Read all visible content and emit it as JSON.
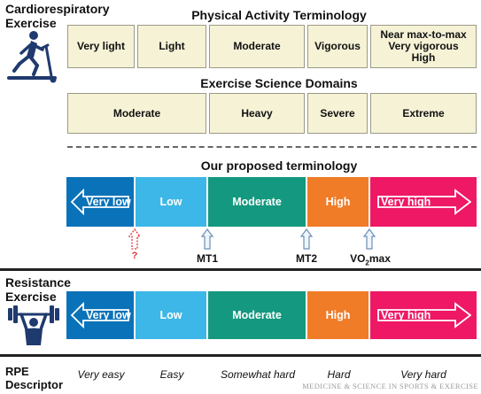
{
  "cardio": {
    "title_line1": "Cardiorespiratory",
    "title_line2": "Exercise"
  },
  "physical_activity": {
    "title": "Physical Activity Terminology",
    "boxes": [
      "Very light",
      "Light",
      "Moderate",
      "Vigorous"
    ],
    "last_box_lines": [
      "Near max-to-max",
      "Very vigorous",
      "High"
    ]
  },
  "exercise_science": {
    "title": "Exercise Science Domains",
    "boxes": [
      "Moderate",
      "Heavy",
      "Severe",
      "Extreme"
    ]
  },
  "proposed": {
    "title": "Our proposed terminology",
    "very_low": "Very low",
    "low": "Low",
    "moderate": "Moderate",
    "high": "High",
    "very_high": "Very high"
  },
  "thresholds": {
    "question": "?",
    "mt1": "MT1",
    "mt2": "MT2",
    "vo2_main": "VO",
    "vo2_sub": "2",
    "vo2_tail": "max"
  },
  "resistance": {
    "title_line1": "Resistance",
    "title_line2": "Exercise",
    "very_low": "Very low",
    "low": "Low",
    "moderate": "Moderate",
    "high": "High",
    "very_high": "Very high"
  },
  "rpe": {
    "label_line1": "RPE",
    "label_line2": "Descriptor",
    "values": [
      "Very easy",
      "Easy",
      "Somewhat hard",
      "Hard",
      "Very hard"
    ]
  },
  "journal": "MEDICINE & SCIENCE IN SPORTS & EXERCISE",
  "colors": {
    "very_low": "#0a72b8",
    "low": "#3db7e8",
    "moderate": "#14987f",
    "high": "#f07c28",
    "very_high": "#ee1865",
    "term_box": "#f5f2d6",
    "icon": "#1f3a6e"
  },
  "icons": [
    "treadmill-runner-icon",
    "weightlifter-icon",
    "threshold-arrow-icon"
  ]
}
